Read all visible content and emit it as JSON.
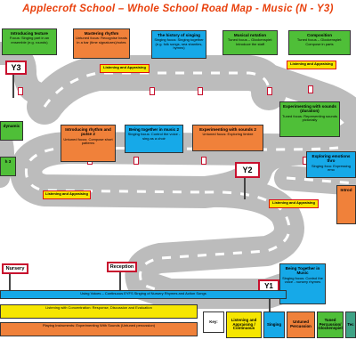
{
  "title": "Applecroft School – Whole School Road Map - Music (N - Y3)",
  "signs": {
    "y3": "Y3",
    "y2": "Y2",
    "y1": "Y1",
    "nursery": "Nursery",
    "reception": "Reception"
  },
  "boxes": {
    "introducing_texture": {
      "h": "Introducing texture",
      "s": "Focus: Singing part in an ensemble (e.g. rounds)"
    },
    "mastering_rhythm": {
      "h": "Mastering rhythm",
      "s": "Untuned focus: Recognise beats in a bar (time signatures)/notes"
    },
    "history_singing": {
      "h": "The history of singing",
      "s": "Singing focus: Singing together (e.g. folk songs, sea shanties, hymns)"
    },
    "musical_notation": {
      "h": "Musical notation",
      "s": "Tuned focus – Glockenspiel: Introduce the staff"
    },
    "composition": {
      "h": "Composition",
      "s": "Tuned focus – Glockenspiel: Compose in parts"
    },
    "rhythm_pulse_2": {
      "h": "Introducing rhythm and pulse 2",
      "s": "Untuned focus: Compose short patterns"
    },
    "together_music_2": {
      "h": "Being together in music 2",
      "s": "Singing focus: Control the voice - sing as a choir"
    },
    "experimenting_sounds_2": {
      "h": "Experimenting with sounds 2",
      "s": "Untuned focus: Exploring timbre"
    },
    "experimenting_duration": {
      "h": "Experimenting with sounds (duration)",
      "s": "Tuned focus: Representing sounds pictorially"
    },
    "exploring_emotions": {
      "h": "Exploring emotions thro",
      "s": "Singing focu: Expressing emo"
    },
    "intro_right": {
      "h": "Introd",
      "s": ""
    },
    "together_music": {
      "h": "Being Together in Music",
      "s": "Singing focus: Control the voice - nursery rhymes"
    },
    "dynamic_left": {
      "h": "dynamic",
      "s": ""
    },
    "left_3": {
      "h": "h 3",
      "s": ""
    }
  },
  "la_label": "Listening and Appraising",
  "strips": {
    "singing_voices": "Using Voices – Continuous EYFS Singing of Nursery Rhymes and Action Songs",
    "concentration": "Listening with Concentration: Response, Discussion and Evaluation",
    "instruments": "Playing Instruments: Experimenting With Sounds (Untuned percussion)"
  },
  "key": {
    "label": "Key:",
    "items": [
      {
        "label": "Listening and Appraising / Continuous",
        "color": "#f6e600"
      },
      {
        "label": "Singing",
        "color": "#16a9e8"
      },
      {
        "label": "Untuned Percussion",
        "color": "#f0813a"
      },
      {
        "label": "Tuned Percussion/ Glockenspiel",
        "color": "#4fbf38"
      },
      {
        "label": "Tec",
        "color": "#3fa386"
      }
    ]
  },
  "colors": {
    "road": "#bcbcbc",
    "sign_border": "#c8102e",
    "title": "#e8400c"
  }
}
